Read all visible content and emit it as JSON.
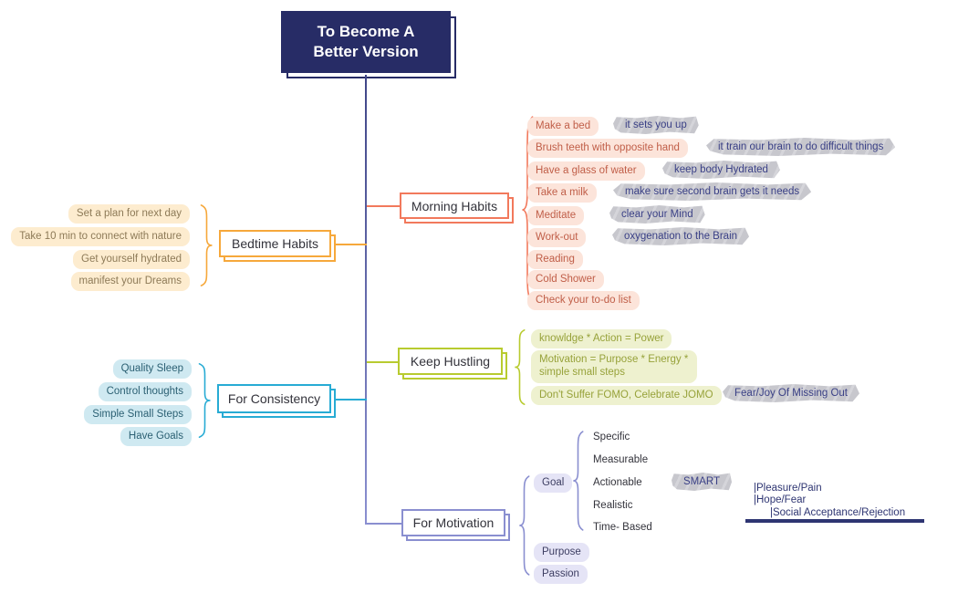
{
  "title": "To Become A Better Version",
  "branches": {
    "morning": {
      "label": "Morning Habits",
      "items": [
        {
          "label": "Make a bed",
          "note": "it sets you up"
        },
        {
          "label": "Brush teeth with opposite hand",
          "note": "it train our brain to do  difficult things"
        },
        {
          "label": "Have a glass of water",
          "note": "keep body Hydrated"
        },
        {
          "label": "Take a milk",
          "note": "make sure second brain gets it needs"
        },
        {
          "label": "Meditate",
          "note": "clear your Mind"
        },
        {
          "label": "Work-out",
          "note": "oxygenation to the Brain"
        },
        {
          "label": "Reading"
        },
        {
          "label": "Cold Shower"
        },
        {
          "label": "Check your to-do list"
        }
      ]
    },
    "bedtime": {
      "label": "Bedtime Habits",
      "items": [
        "Set a plan for next  day",
        "Take 10 min to connect with nature",
        "Get yourself hydrated",
        "manifest your Dreams"
      ]
    },
    "hustling": {
      "label": "Keep Hustling",
      "items": [
        "knowldge * Action = Power",
        "Motivation = Purpose * Energy * simple small steps",
        "Don't Suffer FOMO, Celebrate JOMO"
      ],
      "note": "Fear/Joy Of Missing Out"
    },
    "consistency": {
      "label": "For Consistency",
      "items": [
        "Quality Sleep",
        "Control thoughts",
        "Simple Small Steps",
        "Have Goals"
      ]
    },
    "motivation": {
      "label": "For Motivation",
      "goal": {
        "label": "Goal",
        "subitems": [
          "Specific",
          "Measurable",
          "Actionable",
          "Realistic",
          "Time- Based"
        ],
        "note": "SMART"
      },
      "pills": [
        "Purpose",
        "Passion"
      ]
    }
  },
  "side_notes": {
    "lines": [
      "|Pleasure/Pain",
      "|Hope/Fear",
      "|Social Acceptance/Rejection"
    ]
  },
  "colors": {
    "root_bg": "#272c66",
    "trunk": "#474e93",
    "morning": "#f2795c",
    "bedtime": "#f6a83b",
    "hustling": "#b8cb2f",
    "consistency": "#27abd4",
    "motivation": "#8a8fd0",
    "note_bg": "#cacace",
    "note_text": "#3a4086"
  }
}
